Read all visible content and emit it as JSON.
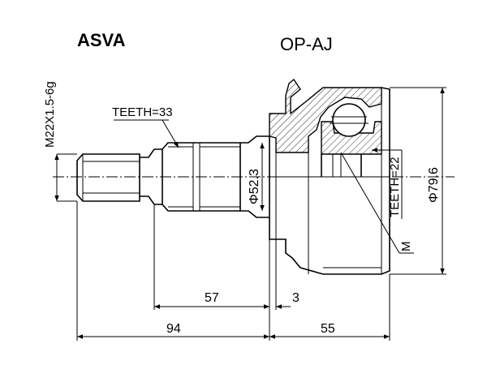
{
  "header": {
    "brand": "ASVA",
    "part_code": "OP-AJ"
  },
  "labels": {
    "thread": "M22X1.5-6g",
    "outer_teeth": "TEETH=33",
    "inner_teeth": "TEETH=22",
    "shaft_diameter": "Φ52.3",
    "housing_diameter": "Φ79.6",
    "m_mark": "M"
  },
  "dimensions": {
    "spline_length": "57",
    "flange_gap": "3",
    "shaft_total": "94",
    "housing_length": "55"
  }
}
